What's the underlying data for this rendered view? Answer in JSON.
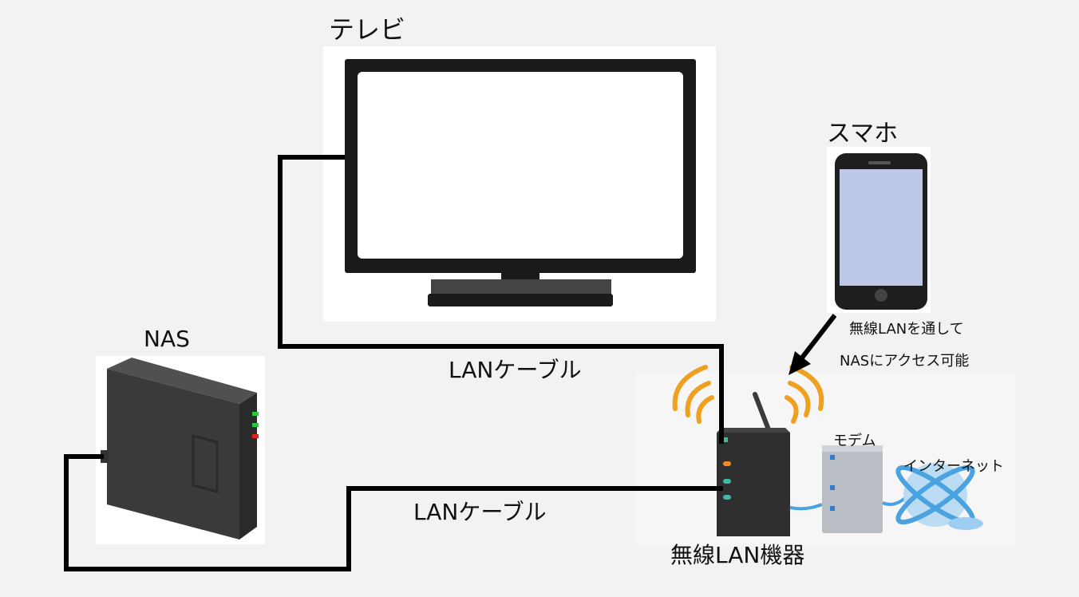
{
  "labels": {
    "tv": "テレビ",
    "smartphone": "スマホ",
    "nas": "NAS",
    "lan_cable_upper": "LANケーブル",
    "lan_cable_lower": "LANケーブル",
    "note_line1": "無線LANを通して",
    "note_line2": "NASにアクセス可能",
    "modem": "モデム",
    "internet": "インターネット",
    "router": "無線LAN機器"
  },
  "colors": {
    "background": "#f2f2f2",
    "cable": "#000000",
    "wifi_waves": "#f0a020",
    "internet_globe": "#4aa3e0",
    "nas_led_green": "#27c93f",
    "nas_led_red": "#e02020",
    "router_led_orange": "#f08a24",
    "router_led_teal": "#3fb8a8"
  }
}
